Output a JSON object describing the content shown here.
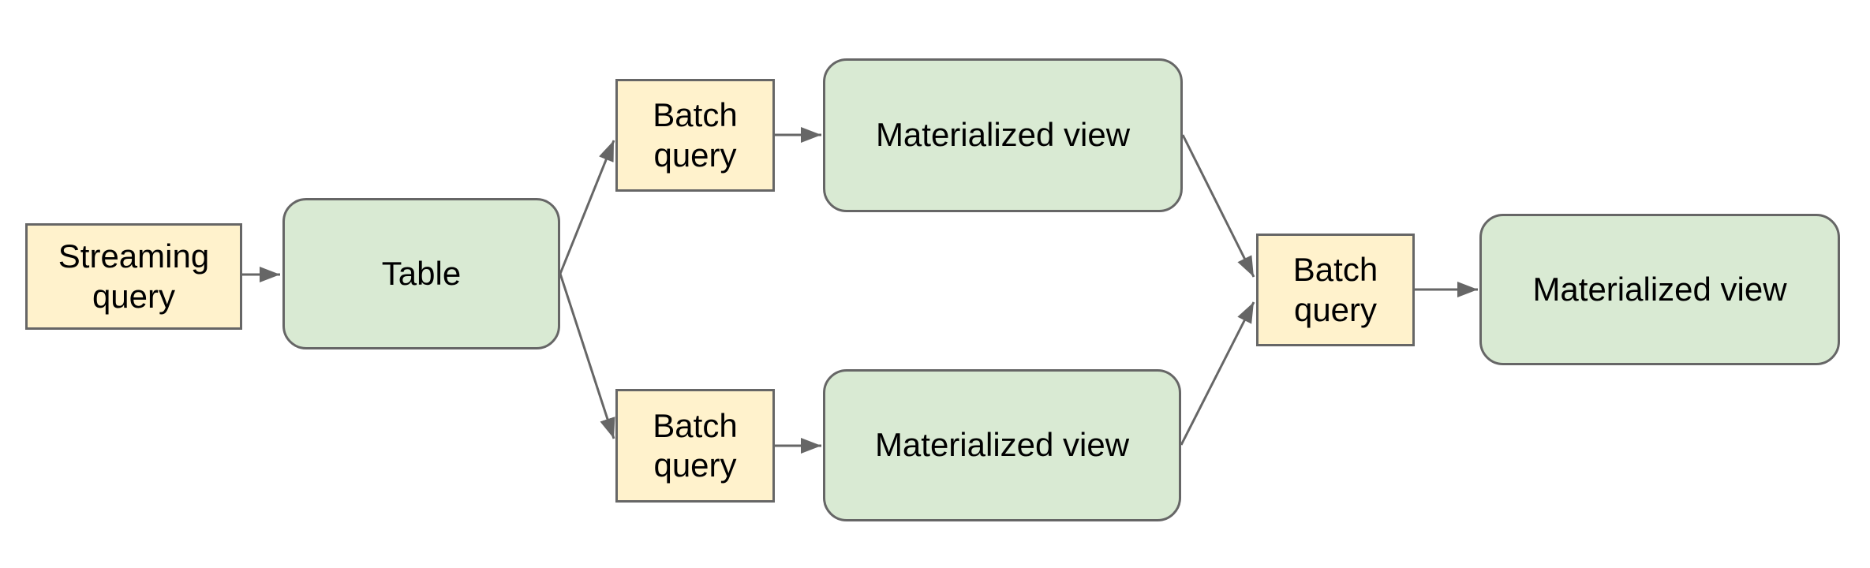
{
  "diagram": {
    "background": "#ffffff",
    "colors": {
      "query_box_fill": "#fff2cc",
      "view_box_fill": "#d9ead3",
      "box_border": "#666666",
      "arrow": "#666666",
      "text": "#000000"
    },
    "nodes": [
      {
        "id": "streaming-query",
        "label": "Streaming\nquery",
        "shape": "rectangle",
        "role": "query"
      },
      {
        "id": "table",
        "label": "Table",
        "shape": "rounded-rectangle",
        "role": "table"
      },
      {
        "id": "batch-query-top",
        "label": "Batch\nquery",
        "shape": "rectangle",
        "role": "query"
      },
      {
        "id": "materialized-view-top",
        "label": "Materialized view",
        "shape": "rounded-rectangle",
        "role": "view"
      },
      {
        "id": "batch-query-bottom",
        "label": "Batch\nquery",
        "shape": "rectangle",
        "role": "query"
      },
      {
        "id": "materialized-view-bottom",
        "label": "Materialized view",
        "shape": "rounded-rectangle",
        "role": "view"
      },
      {
        "id": "batch-query-right",
        "label": "Batch\nquery",
        "shape": "rectangle",
        "role": "query"
      },
      {
        "id": "materialized-view-right",
        "label": "Materialized view",
        "shape": "rounded-rectangle",
        "role": "view"
      }
    ],
    "edges": [
      {
        "from": "streaming-query",
        "to": "table"
      },
      {
        "from": "table",
        "to": "batch-query-top"
      },
      {
        "from": "table",
        "to": "batch-query-bottom"
      },
      {
        "from": "batch-query-top",
        "to": "materialized-view-top"
      },
      {
        "from": "batch-query-bottom",
        "to": "materialized-view-bottom"
      },
      {
        "from": "materialized-view-top",
        "to": "batch-query-right"
      },
      {
        "from": "materialized-view-bottom",
        "to": "batch-query-right"
      },
      {
        "from": "batch-query-right",
        "to": "materialized-view-right"
      }
    ]
  }
}
